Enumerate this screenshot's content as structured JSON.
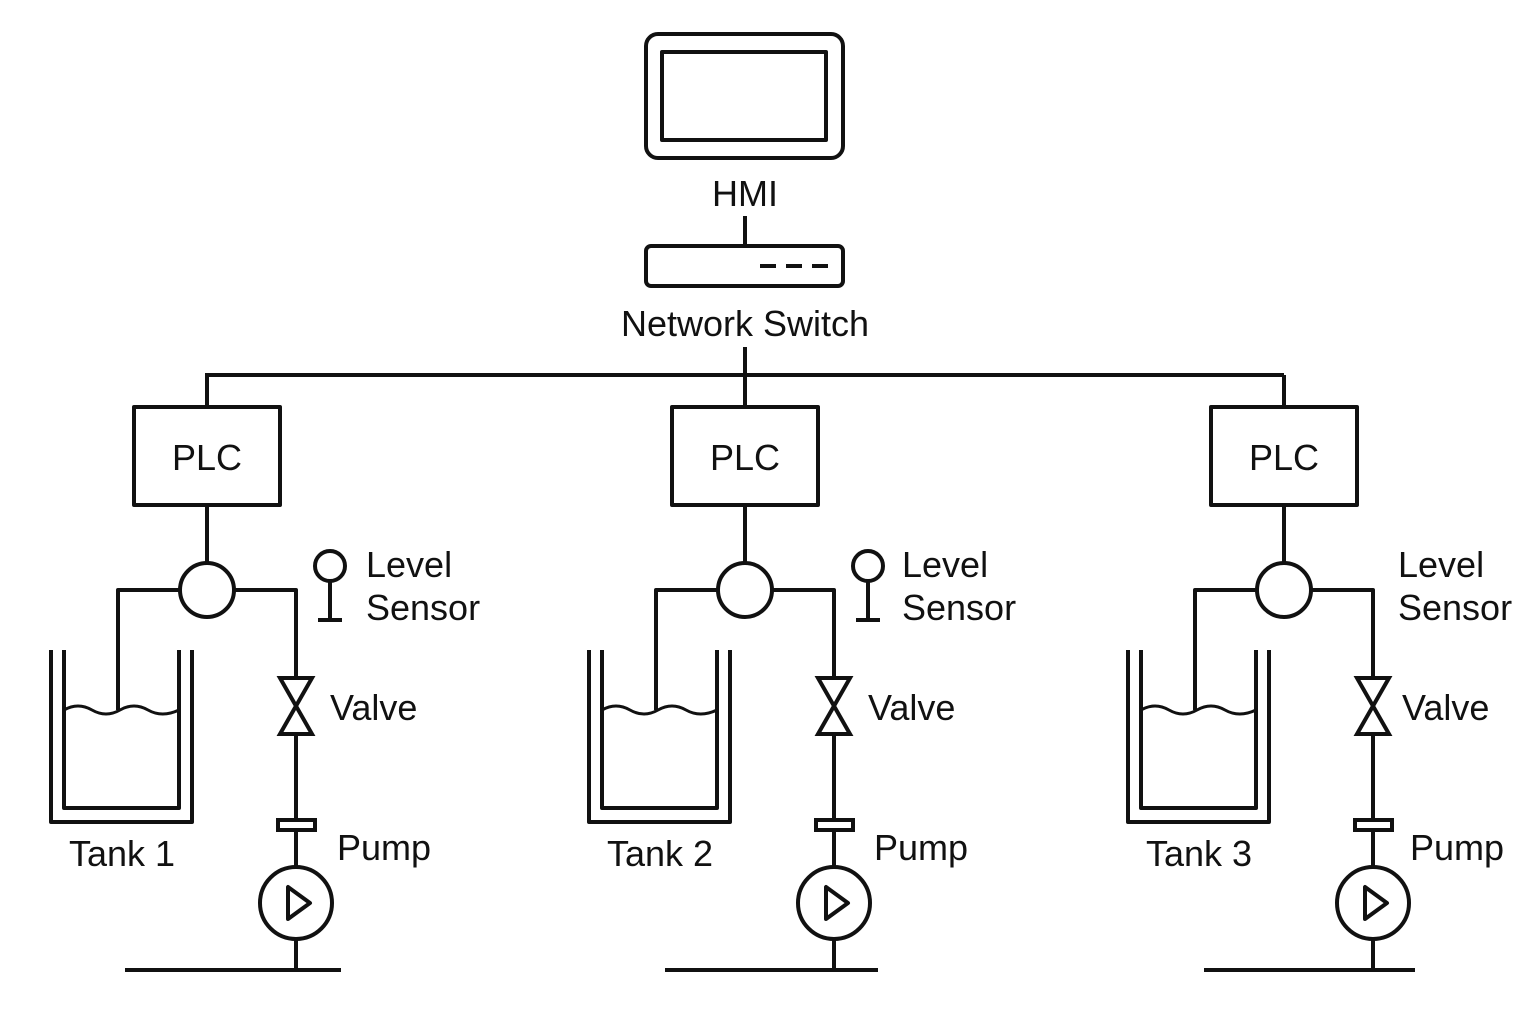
{
  "hmi": {
    "label": "HMI"
  },
  "network_switch": {
    "label": "Network Switch"
  },
  "units": [
    {
      "plc_label": "PLC",
      "level_sensor_label": [
        "Level",
        "Sensor"
      ],
      "valve_label": "Valve",
      "pump_label": "Pump",
      "tank_label": "Tank 1"
    },
    {
      "plc_label": "PLC",
      "level_sensor_label": [
        "Level",
        "Sensor"
      ],
      "valve_label": "Valve",
      "pump_label": "Pump",
      "tank_label": "Tank 2"
    },
    {
      "plc_label": "PLC",
      "level_sensor_label": [
        "Level",
        "Sensor"
      ],
      "valve_label": "Valve",
      "pump_label": "Pump",
      "tank_label": "Tank 3"
    }
  ]
}
